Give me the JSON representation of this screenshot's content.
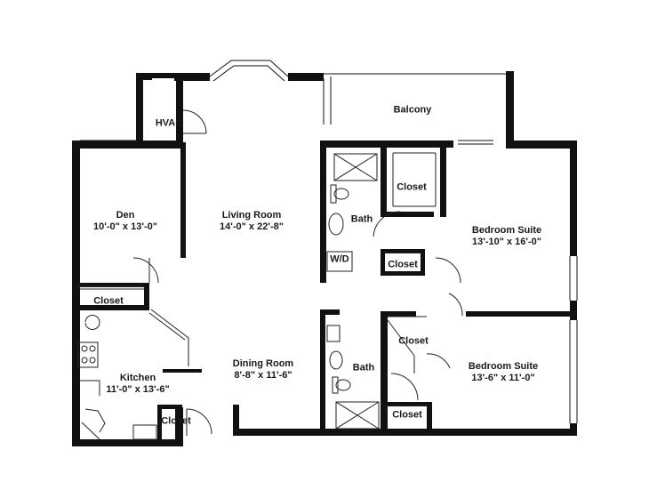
{
  "rooms": {
    "hvac": {
      "name": "HVAC"
    },
    "balcony": {
      "name": "Balcony"
    },
    "den": {
      "name": "Den",
      "dims": "10'-0\" x 13'-0\""
    },
    "living": {
      "name": "Living Room",
      "dims": "14'-0\" x 22'-8\""
    },
    "kitchen": {
      "name": "Kitchen",
      "dims": "11'-0\" x 13'-6\""
    },
    "dining": {
      "name": "Dining Room",
      "dims": "8'-8\" x 11'-6\""
    },
    "bath1": {
      "name": "Bath"
    },
    "bath2": {
      "name": "Bath"
    },
    "wd": {
      "name": "W/D"
    },
    "bedroom1": {
      "name": "Bedroom Suite",
      "dims": "13'-10\" x 16'-0\""
    },
    "bedroom2": {
      "name": "Bedroom Suite",
      "dims": "13'-6\" x 11'-0\""
    }
  },
  "closets": {
    "den": "Closet",
    "kitchen": "Closet",
    "master_walkin": "Closet",
    "master_small": "Closet",
    "bed2_walkin": "Closet",
    "bed2_small": "Closet"
  }
}
